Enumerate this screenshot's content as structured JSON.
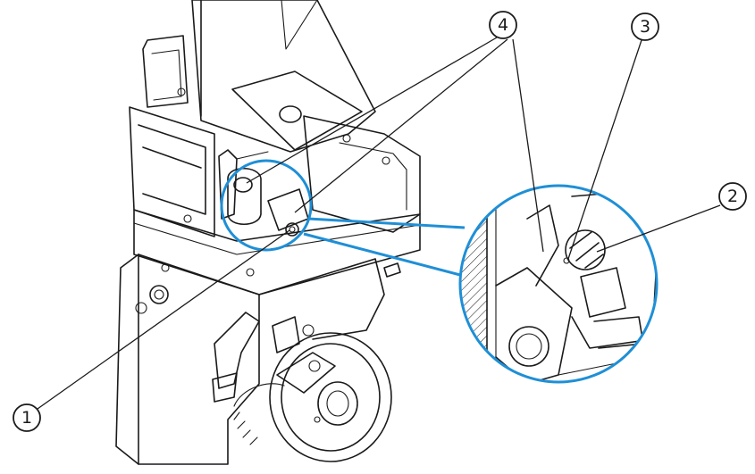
{
  "callouts": [
    {
      "id": "1",
      "label": "①"
    },
    {
      "id": "2",
      "label": "②"
    },
    {
      "id": "3",
      "label": "③"
    },
    {
      "id": "4",
      "label": "④"
    }
  ],
  "colors": {
    "line": "#1a1a1a",
    "callout_ring": "#1f8fd6",
    "background": "#ffffff"
  }
}
